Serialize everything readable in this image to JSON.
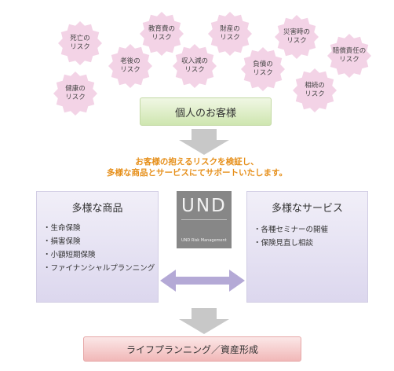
{
  "risks": [
    {
      "label": "死亡の\nリスク"
    },
    {
      "label": "教育費の\nリスク"
    },
    {
      "label": "財産の\nリスク"
    },
    {
      "label": "災害時の\nリスク"
    },
    {
      "label": "賠償責任の\nリスク"
    },
    {
      "label": "老後の\nリスク"
    },
    {
      "label": "収入減の\nリスク"
    },
    {
      "label": "負債の\nリスク"
    },
    {
      "label": "健康の\nリスク"
    },
    {
      "label": "相続の\nリスク"
    }
  ],
  "customer": {
    "label": "個人のお客様"
  },
  "message": {
    "line1": "お客様の抱えるリスクを検証し、",
    "line2": "多様な商品とサービスにてサポートいたします。"
  },
  "products": {
    "heading": "多様な商品",
    "items": [
      "・生命保険",
      "・損害保険",
      "・小額短期保険",
      "・ファイナンシャルプランニング"
    ]
  },
  "logo": {
    "word": "UND",
    "sub": "UND Risk Management"
  },
  "services": {
    "heading": "多様なサービス",
    "items": [
      "・各種セミナーの開催",
      "・保険見直し相談"
    ]
  },
  "result": {
    "label": "ライフプランニング／資産形成"
  },
  "colors": {
    "risk_fill": "#f3d3e6",
    "arrow_gray": "#c8c8c8",
    "double_arrow": "#b4a9d6",
    "message": "#e68f1a"
  }
}
